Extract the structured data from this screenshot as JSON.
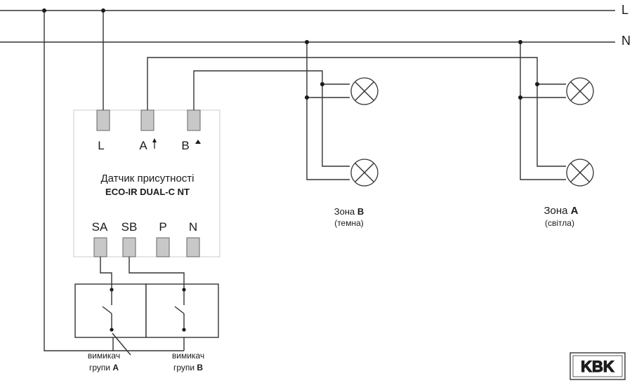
{
  "lines": {
    "L": "L",
    "N": "N"
  },
  "sensor": {
    "title": "Датчик присутності",
    "model": "ECO-IR DUAL-C NT",
    "top_terminals": [
      "L",
      "A",
      "B"
    ],
    "bottom_terminals": [
      "SA",
      "SB",
      "P",
      "N"
    ]
  },
  "zones": [
    {
      "label_prefix": "Зона ",
      "letter": "B",
      "note": "(темна)"
    },
    {
      "label_prefix": "Зона ",
      "letter": "A",
      "note": "(світла)"
    }
  ],
  "switches": [
    {
      "line1": "вимикач",
      "line2_prefix": "групи ",
      "letter": "A"
    },
    {
      "line1": "вимикач",
      "line2_prefix": "групи ",
      "letter": "B"
    }
  ],
  "logo": {
    "text": "KBK"
  }
}
